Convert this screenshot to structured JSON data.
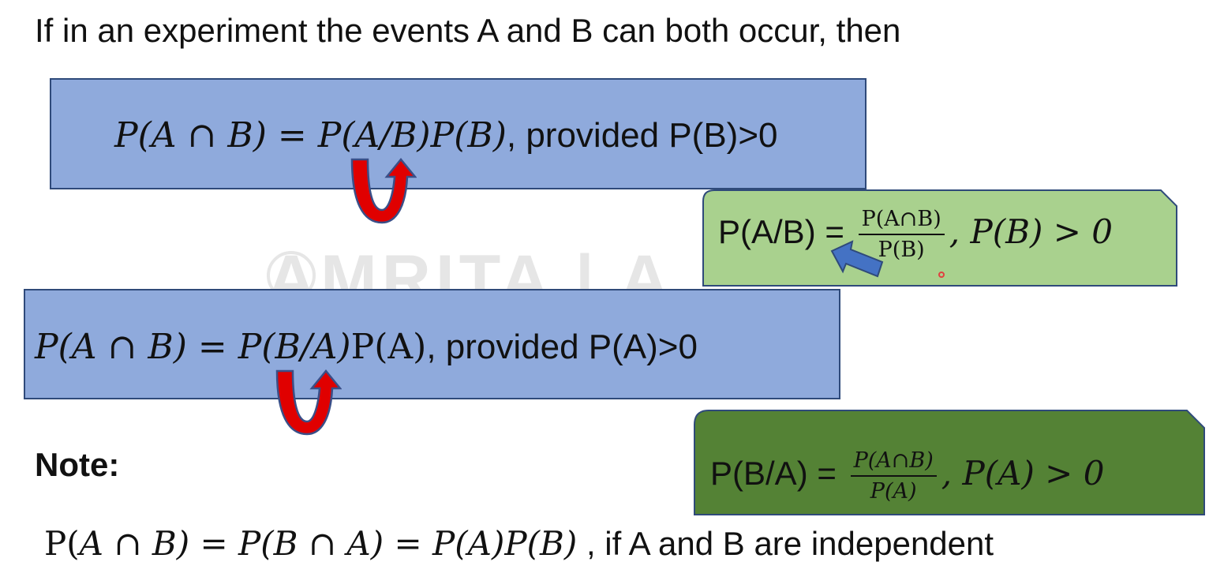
{
  "heading": "If in an experiment the events A and B can both occur, then",
  "watermark": "AMRITA | A",
  "box1": {
    "lhs": "P(A ∩ B) = P(A/B)P(B)",
    "rest": ", provided P(B)>0"
  },
  "box2": {
    "lhs": "P(A ∩ B) = P(B/A)",
    "mid": "P(A)",
    "rest": ", provided P(A)>0"
  },
  "callout1": {
    "label": "P(A/B) =",
    "numerator": "P(A∩B)",
    "denominator": "P(B)",
    "condition": ", P(B) > 0"
  },
  "callout2": {
    "label": "P(B/A) =",
    "numerator": "P(A∩B)",
    "denominator": "P(A)",
    "condition": ", P(A) > 0"
  },
  "note": {
    "label": "Note:",
    "eq_start": "P(",
    "eq_math": "A ∩ B) = P(B ∩ A) = P(A)P(B)",
    "eq_rest": " , if A and B are independent"
  },
  "colors": {
    "box_fill": "#8faadc",
    "box_border": "#2f4a7a",
    "callout1_fill": "#a9d18e",
    "callout2_fill": "#548235",
    "arrow_red": "#e00000",
    "arrow_blue": "#4472c4"
  }
}
